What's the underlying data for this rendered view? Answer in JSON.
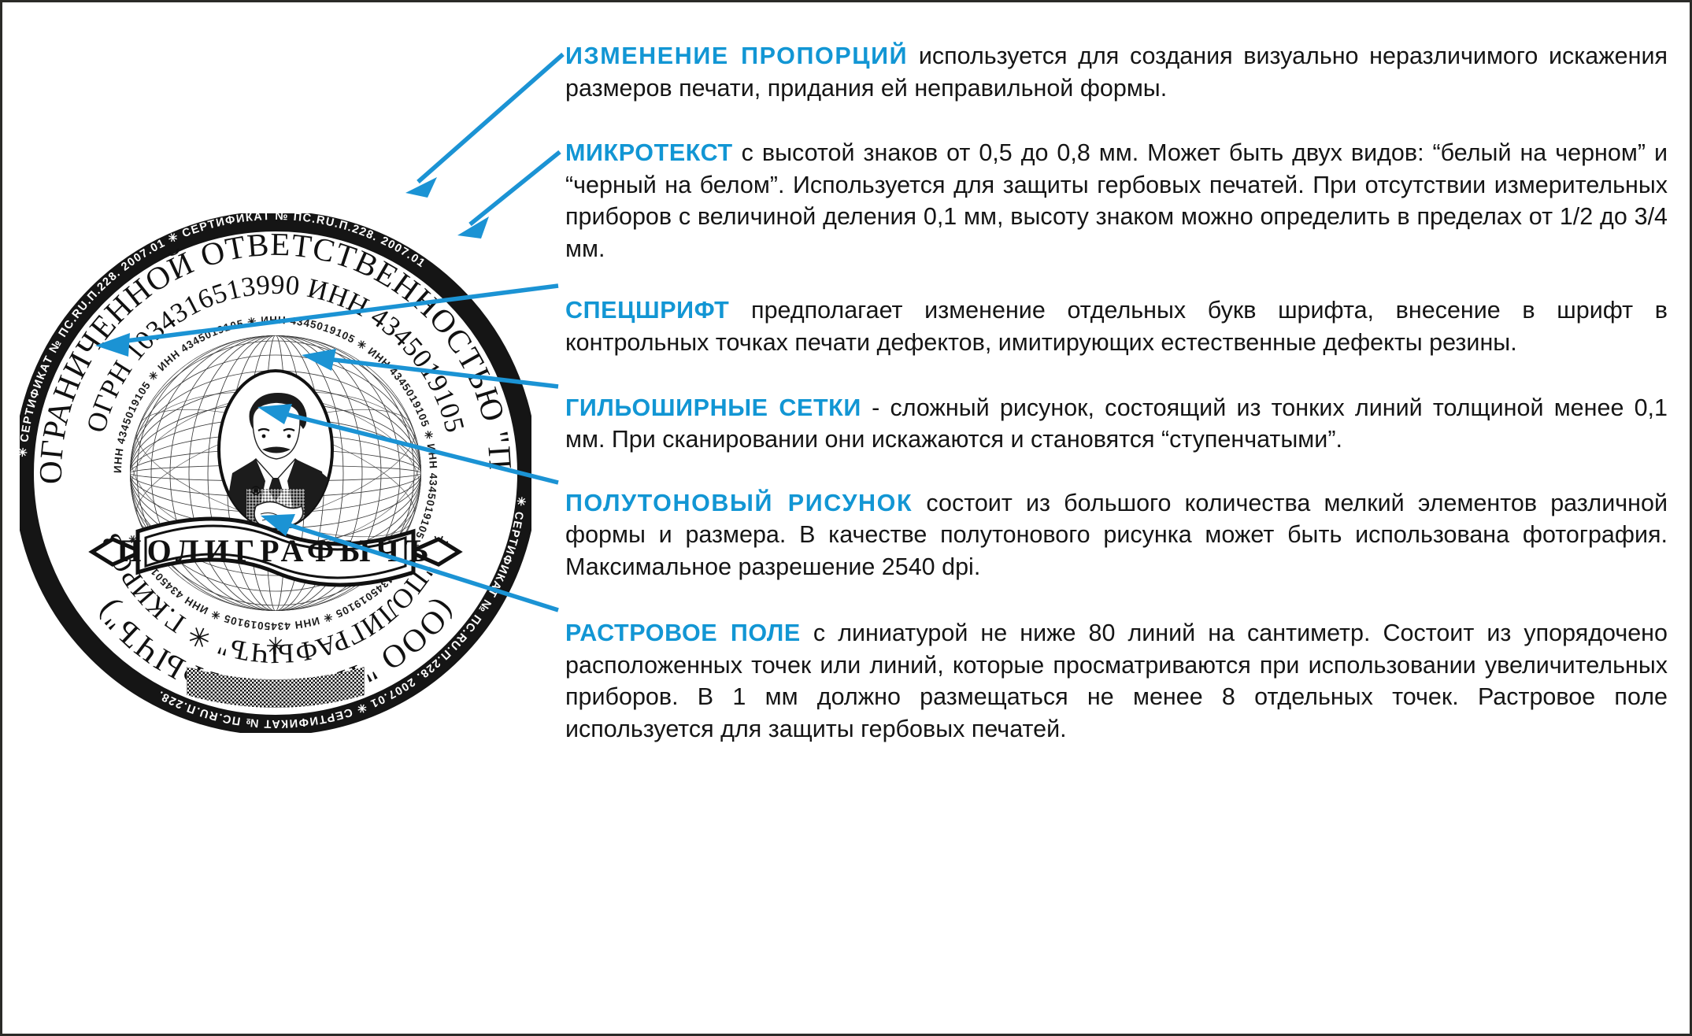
{
  "theme": {
    "accent_blue": "#1296D4",
    "arrow_blue": "#1B93D4",
    "text_black": "#151515",
    "frame": "#2b2b28",
    "page_background": "#ffffff"
  },
  "stamp": {
    "name": "security-stamp-illustration",
    "outer_microtext_ring": "СЕРТИФИКАТ № ПС.RU.П.228. 2007.01 ✳ СЕРТИФИКАТ № ПС.RU.П.228. 2007.01 ✳",
    "outer_ring_text_line1": "ОБЩЕСТВО С ОГРАНИЧЕННОЙ ОТВЕТСТВЕННОСТЬЮ \"ПОЛИГРАФЫЧЪ\"",
    "outer_ring_text_line2": "(ООО \"ПОЛИГРАФЫЧЪ\")",
    "inner_ring_text": "ОГРН 1034316513990 ИНН 4345019105 ✳ \"ПОЛИГРАФЫЧЪ\" ✳ Г.КИРОВ",
    "guilloche_microtext": "ИНН 4345019105",
    "banner_text": "ПОЛИГРАФЫЧЪ",
    "portrait_label": "halftone-portrait",
    "raster_field_label": "raster-field-swatch",
    "asterisk": "✳"
  },
  "annotations": [
    {
      "id": "proportions",
      "term": "ИЗМЕНЕНИЕ ПРОПОРЦИЙ",
      "body": " используется для создания визуально неразличимого искажения размеров печати, придания ей неправильной формы."
    },
    {
      "id": "microtext",
      "term": "МИКРОТЕКСТ",
      "body": " с высотой знаков   от 0,5 до 0,8 мм. Может быть двух видов: “белый на черном” и “черный на белом”. Используется для защиты гербовых печатей. При отсутствии измерительных приборов с величиной деления 0,1 мм, высоту знаком можно определить в пределах от 1/2  до 3/4 мм."
    },
    {
      "id": "specfont",
      "term": "СПЕЦШРИФТ",
      "body": "  предполагает изменение отдельных букв шрифта, внесение в шрифт в контрольных точках печати дефектов, имитирующих естественные дефекты резины."
    },
    {
      "id": "guilloche",
      "term": "ГИЛЬОШИРНЫЕ СЕТКИ",
      "body": " - сложный рисунок, состоящий из тонких линий толщиной менее 0,1 мм. При сканировании они искажаются и становятся “ступенчатыми”."
    },
    {
      "id": "halftone",
      "term": "ПОЛУТОНОВЫЙ РИСУНОК",
      "body": " состоит из большого количества мелкий элементов различной формы и размера. В качестве полутонового рисунка может быть использована фотография. Максимальное разрешение 2540 dpi."
    },
    {
      "id": "raster",
      "term": "РАСТРОВОЕ ПОЛЕ",
      "body": " с линиатурой не ниже 80 линий на сантиметр. Состоит из упорядочено расположенных точек или линий, которые просматриваются при использовании увеличительных приборов. В 1 мм должно размещаться не менее 8 отдельных точек. Растровое поле используется для защиты гербовых печатей."
    }
  ]
}
